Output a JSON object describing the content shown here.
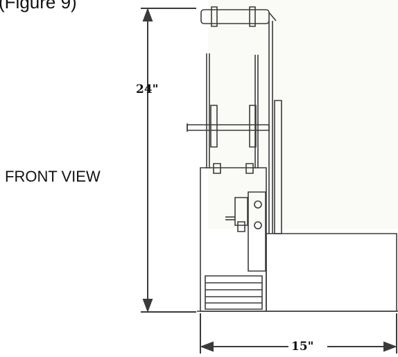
{
  "caption": "(Figure 9)",
  "view_label": "FRONT VIEW",
  "dimensions": {
    "height": "24\"",
    "width": "15\""
  },
  "colors": {
    "line": "#3a3a3a",
    "background": "#ffffff",
    "paper_tint": "#f7f6f2"
  }
}
